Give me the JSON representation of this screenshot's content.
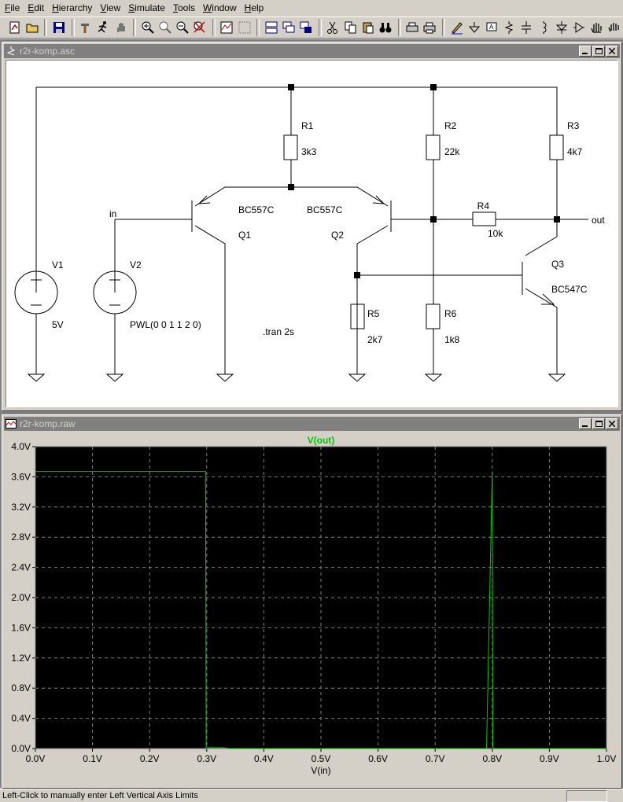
{
  "menu": [
    {
      "label": "File",
      "key": "F",
      "rest": "ile"
    },
    {
      "label": "Edit",
      "key": "E",
      "rest": "dit"
    },
    {
      "label": "Hierarchy",
      "key": "H",
      "rest": "ierarchy"
    },
    {
      "label": "View",
      "key": "V",
      "rest": "iew"
    },
    {
      "label": "Simulate",
      "key": "S",
      "rest": "imulate"
    },
    {
      "label": "Tools",
      "key": "T",
      "rest": "ools"
    },
    {
      "label": "Window",
      "key": "W",
      "rest": "indow"
    },
    {
      "label": "Help",
      "key": "H",
      "rest": "elp"
    }
  ],
  "schematic_window": {
    "title": "r2r-komp.asc",
    "components": {
      "R1": {
        "name": "R1",
        "value": "3k3"
      },
      "R2": {
        "name": "R2",
        "value": "22k"
      },
      "R3": {
        "name": "R3",
        "value": "4k7"
      },
      "R4": {
        "name": "R4",
        "value": "10k"
      },
      "R5": {
        "name": "R5",
        "value": "2k7"
      },
      "R6": {
        "name": "R6",
        "value": "1k8"
      },
      "Q1": {
        "name": "Q1",
        "model": "BC557C"
      },
      "Q2": {
        "name": "Q2",
        "model": "BC557C"
      },
      "Q3": {
        "name": "Q3",
        "model": "BC547C"
      },
      "V1": {
        "name": "V1",
        "value": "5V"
      },
      "V2": {
        "name": "V2",
        "value": "PWL(0 0 1 1 2 0)"
      }
    },
    "net_labels": {
      "in": "in",
      "out": "out"
    },
    "directive": ".tran 2s"
  },
  "plot_window": {
    "title": "r2r-komp.raw",
    "colors": {
      "background": "#000000",
      "trace": "#00c800",
      "grid": "#808080",
      "axis_text": "#000000"
    }
  },
  "chart_data": {
    "type": "line",
    "title": "V(out)",
    "xlabel": "V(in)",
    "ylabel": "",
    "xlim": [
      0,
      1.0
    ],
    "ylim": [
      0,
      4.0
    ],
    "grid": true,
    "x_ticks": [
      "0.0V",
      "0.1V",
      "0.2V",
      "0.3V",
      "0.4V",
      "0.5V",
      "0.6V",
      "0.7V",
      "0.8V",
      "0.9V",
      "1.0V"
    ],
    "y_ticks": [
      "0.0V",
      "0.4V",
      "0.8V",
      "1.2V",
      "1.6V",
      "2.0V",
      "2.4V",
      "2.8V",
      "3.2V",
      "3.6V",
      "4.0V"
    ],
    "series": [
      {
        "name": "V(out)",
        "x": [
          0,
          0.298,
          0.299,
          0.33,
          0.34,
          0.79,
          0.8,
          0.801,
          1.0
        ],
        "y": [
          3.67,
          3.67,
          0.01,
          0.01,
          0.0,
          0.0,
          3.67,
          0.0,
          0.0
        ]
      }
    ]
  },
  "status": {
    "text": "Left-Click to manually enter Left Vertical Axis Limits"
  }
}
